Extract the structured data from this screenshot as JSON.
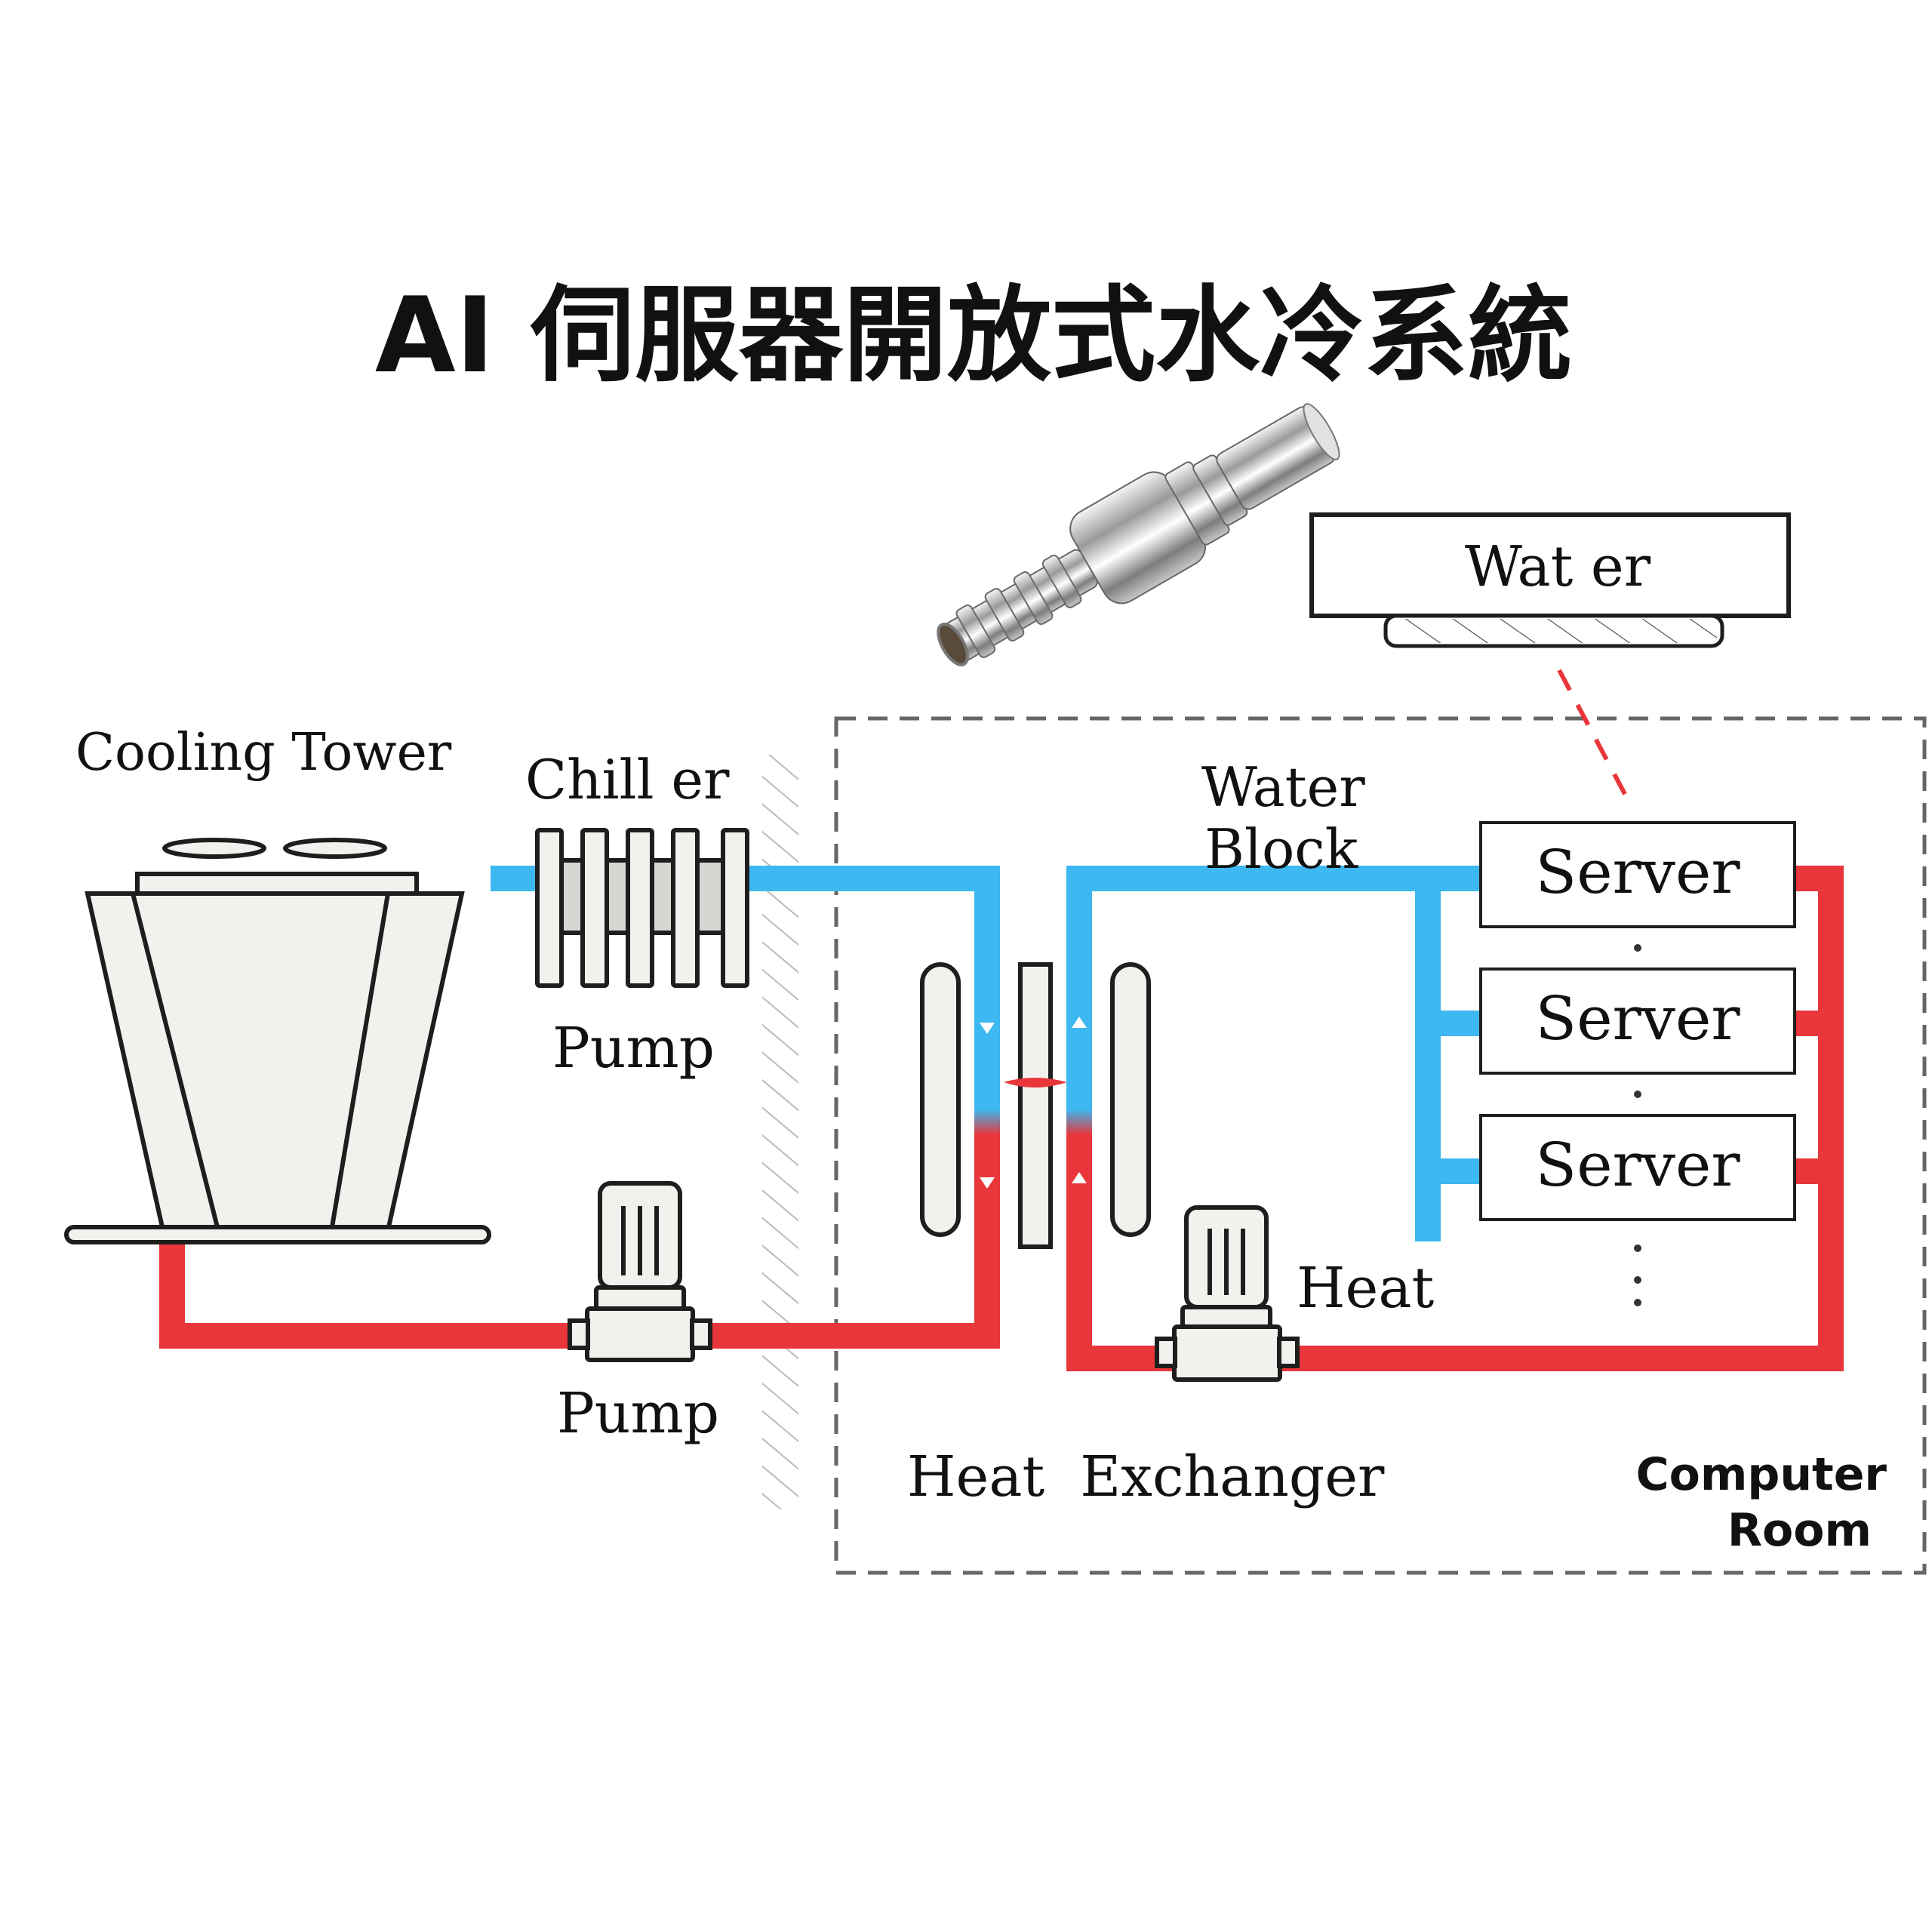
{
  "title": "AI 伺服器開放式水冷系統",
  "labels": {
    "cooling_tower": "Cooling Tower",
    "chiller": "Chill er",
    "pump_upper": "Pump",
    "pump_lower": "Pump",
    "water_block": [
      "Water",
      "Block"
    ],
    "water": "Wat er",
    "servers": [
      "Server",
      "Server",
      "Server"
    ],
    "heat": "Heat",
    "heat_exchanger": "Heat  Exchanger",
    "computer_room": [
      "Computer",
      "Room"
    ]
  },
  "colors": {
    "cold_pipe": "#3db8f0",
    "hot_pipe": "#e8363a",
    "outline": "#1e1e1e",
    "dashed_border": "#666666",
    "hatch": "#bbbbbb",
    "component_fill": "#f2f1ee",
    "background": "#ffffff"
  },
  "icons": [
    "cooling-tower-icon",
    "chiller-icon",
    "pump-icon",
    "heat-exchanger-icon",
    "quick-connector-fitting-icon",
    "water-block-plate-icon",
    "server-box-icon"
  ]
}
